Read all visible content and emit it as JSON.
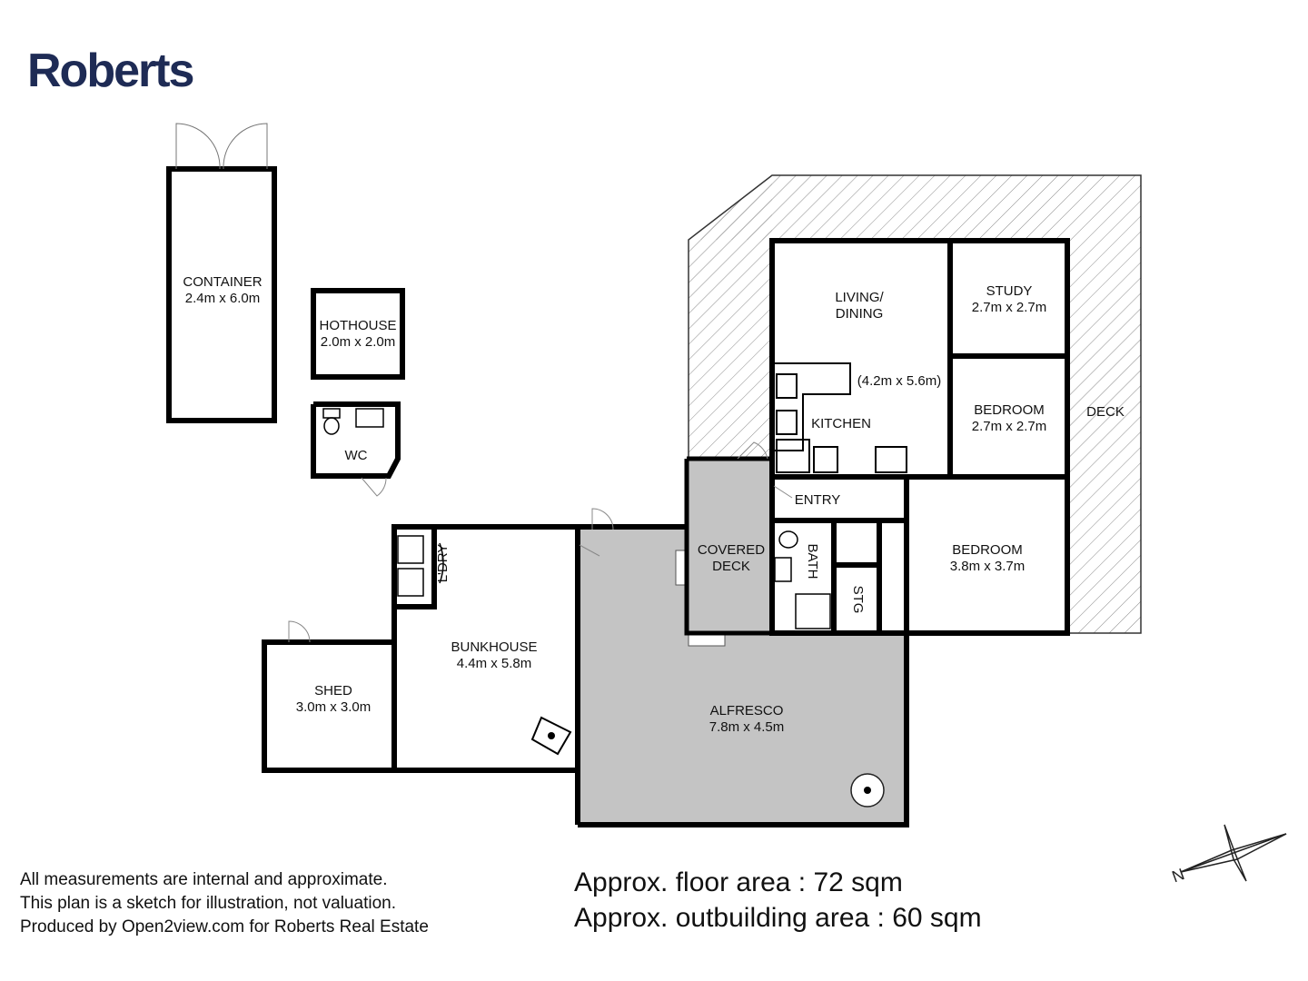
{
  "brand": {
    "name": "Roberts",
    "color": "#1e2b55"
  },
  "rooms": {
    "container": {
      "name": "CONTAINER",
      "size": "2.4m x 6.0m"
    },
    "hothouse": {
      "name": "HOTHOUSE",
      "size": "2.0m x 2.0m"
    },
    "wc": {
      "name": "WC"
    },
    "living": {
      "name_line1": "LIVING/",
      "name_line2": "DINING"
    },
    "living_size": "(4.2m x 5.6m)",
    "kitchen": {
      "name": "KITCHEN"
    },
    "study": {
      "name": "STUDY",
      "size": "2.7m x 2.7m"
    },
    "bedroom1": {
      "name": "BEDROOM",
      "size": "2.7m x 2.7m"
    },
    "deck": {
      "name": "DECK"
    },
    "entry": {
      "name": "ENTRY"
    },
    "covered_deck": {
      "name_line1": "COVERED",
      "name_line2": "DECK"
    },
    "bath": {
      "name": "BATH"
    },
    "stg": {
      "name": "STG"
    },
    "bedroom2": {
      "name": "BEDROOM",
      "size": "3.8m x 3.7m"
    },
    "laundry": {
      "name": "L'DRY"
    },
    "bunkhouse": {
      "name": "BUNKHOUSE",
      "size": "4.4m x 5.8m"
    },
    "shed": {
      "name": "SHED",
      "size": "3.0m x 3.0m"
    },
    "alfresco": {
      "name": "ALFRESCO",
      "size": "7.8m x 4.5m"
    }
  },
  "compass": {
    "label": "N"
  },
  "disclaimer": {
    "line1": "All measurements are internal and approximate.",
    "line2": "This plan is a sketch for illustration, not valuation.",
    "line3": "Produced by Open2view.com for Roberts Real Estate"
  },
  "areas": {
    "floor": "Approx. floor area : 72 sqm",
    "outbuilding": "Approx. outbuilding area : 60 sqm"
  },
  "colors": {
    "wall": "#000000",
    "covered": "#c4c4c4",
    "hatch": "#888888"
  }
}
